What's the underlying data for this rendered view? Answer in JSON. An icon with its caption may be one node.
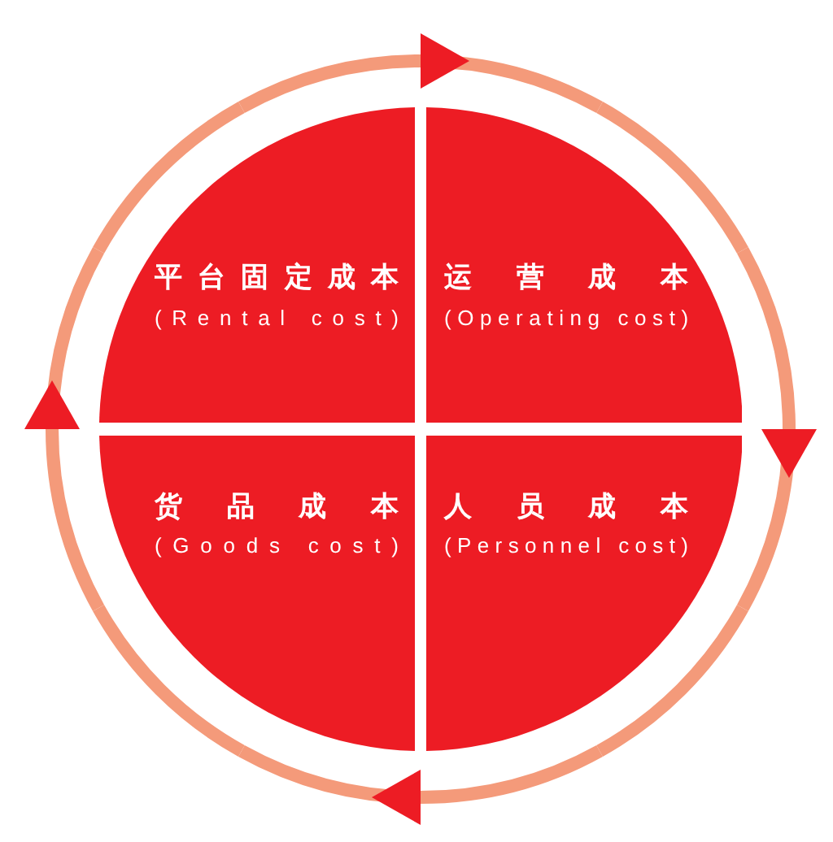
{
  "diagram": {
    "nodes": [
      {
        "text": [
          "平台固定成本",
          "(Rental cost)"
        ]
      },
      {
        "text": [
          "运营成本",
          "(Operating cost)"
        ]
      },
      {
        "text": [
          "货品成本",
          "(Goods cost)"
        ]
      },
      {
        "text": [
          "人员成本",
          "(Personnel cost)"
        ]
      }
    ],
    "edges": [
      {
        "from": 0,
        "to": 1,
        "arrow": "to"
      },
      {
        "from": 1,
        "to": 3,
        "arrow": "to"
      },
      {
        "from": 3,
        "to": 2,
        "arrow": "to"
      },
      {
        "from": 2,
        "to": 0,
        "arrow": "to"
      }
    ]
  }
}
